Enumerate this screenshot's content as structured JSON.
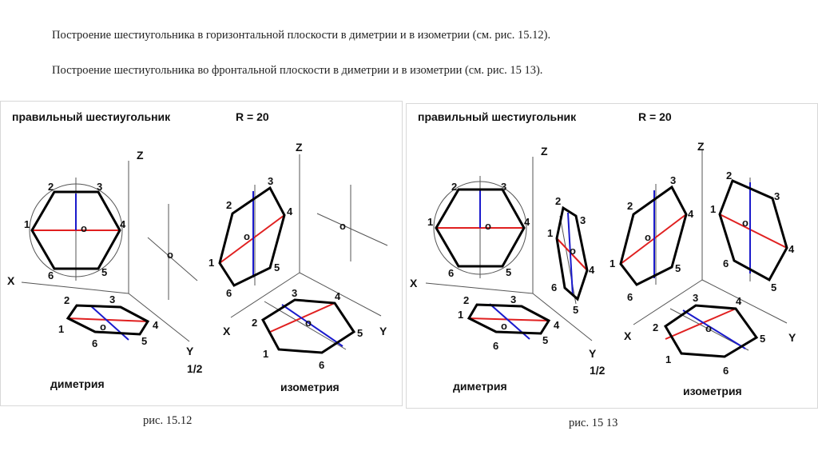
{
  "text": {
    "para1": "Построение шестиугольника в горизонтальной плоскости в диметрии и в изометрии (см. рис. 15.12).",
    "para2": "Построение шестиугольника во фронтальной плоскости в диметрии и в изометрии (см. рис. 15 13)."
  },
  "captions": {
    "fig1": "рис. 15.12",
    "fig2": "рис. 15 13"
  },
  "figure_common": {
    "heading": "правильный шестиугольник",
    "radius": "R = 20",
    "dimetry": "диметрия",
    "isometry": "изометрия",
    "axis_x": "X",
    "axis_y": "Y",
    "axis_z": "Z",
    "y_ratio": "1/2",
    "center": "o",
    "n1": "1",
    "n2": "2",
    "n3": "3",
    "n4": "4",
    "n5": "5",
    "n6": "6"
  },
  "colors": {
    "red_axis": "#e02020",
    "blue_axis": "#1a1acc",
    "outline": "#000000"
  }
}
